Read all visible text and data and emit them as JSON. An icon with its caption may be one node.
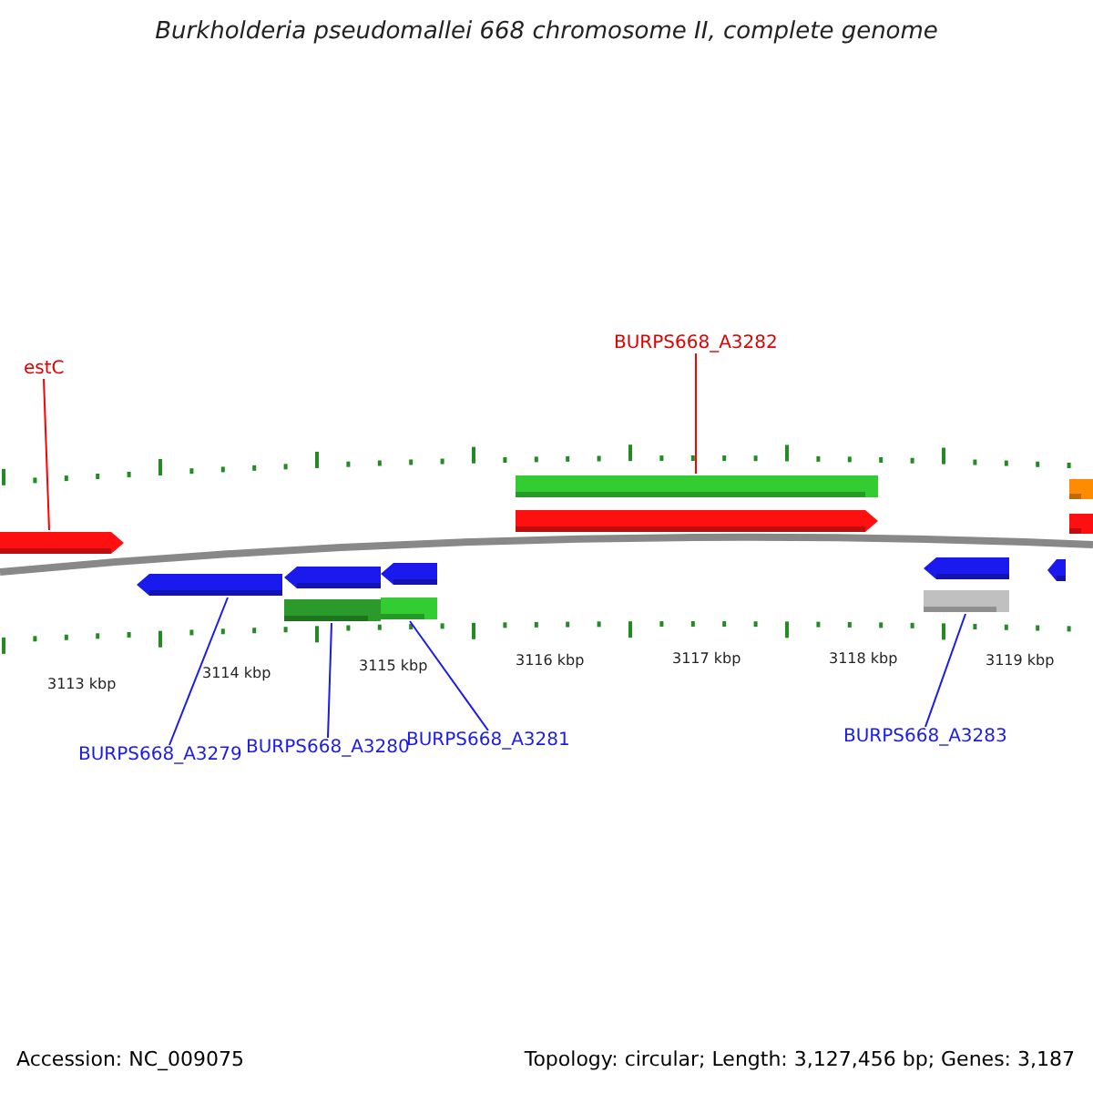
{
  "diagram": {
    "title": "Burkholderia pseudomallei 668 chromosome II, complete genome",
    "nodes": [
      {
        "text": [
          "estC"
        ]
      },
      {
        "text": [
          "BURPS668_A3282"
        ]
      },
      {
        "text": [],
        "shape": "pentagon"
      },
      {
        "text": [],
        "shape": "bar"
      },
      {
        "text": [],
        "shape": "pentagon"
      },
      {
        "text": [],
        "shape": "bar"
      },
      {
        "text": [],
        "shape": "bar"
      },
      {
        "text": [],
        "shape": "pentagon"
      },
      {
        "text": [],
        "shape": "pentagon"
      },
      {
        "text": [],
        "shape": "pentagon"
      },
      {
        "text": [],
        "shape": "bar"
      },
      {
        "text": [],
        "shape": "bar"
      },
      {
        "text": [],
        "shape": "pentagon"
      },
      {
        "text": [],
        "shape": "bar"
      },
      {
        "text": [],
        "shape": "pentagon"
      },
      {
        "text": [
          "BURPS668_A3279"
        ]
      },
      {
        "text": [
          "BURPS668_A3280"
        ]
      },
      {
        "text": [
          "BURPS668_A3281"
        ]
      },
      {
        "text": [
          "BURPS668_A3283"
        ]
      }
    ],
    "edges": [
      {
        "from": 0,
        "to": 2,
        "arrow": "none",
        "color": "#ff0000"
      },
      {
        "from": 1,
        "to": 3,
        "arrow": "none",
        "color": "#ff0000"
      },
      {
        "from": 15,
        "to": 7,
        "arrow": "none"
      },
      {
        "from": 16,
        "to": 10,
        "arrow": "none"
      },
      {
        "from": 17,
        "to": 11,
        "arrow": "none"
      },
      {
        "from": 18,
        "to": 13,
        "arrow": "none"
      }
    ],
    "labels": [
      "3113 kbp",
      "3114 kbp",
      "3115 kbp",
      "3116 kbp",
      "3117 kbp",
      "3118 kbp",
      "3119 kbp",
      "Accession: NC_009075",
      "Topology: circular; Length: 3,127,456 bp; Genes: 3,187"
    ]
  }
}
